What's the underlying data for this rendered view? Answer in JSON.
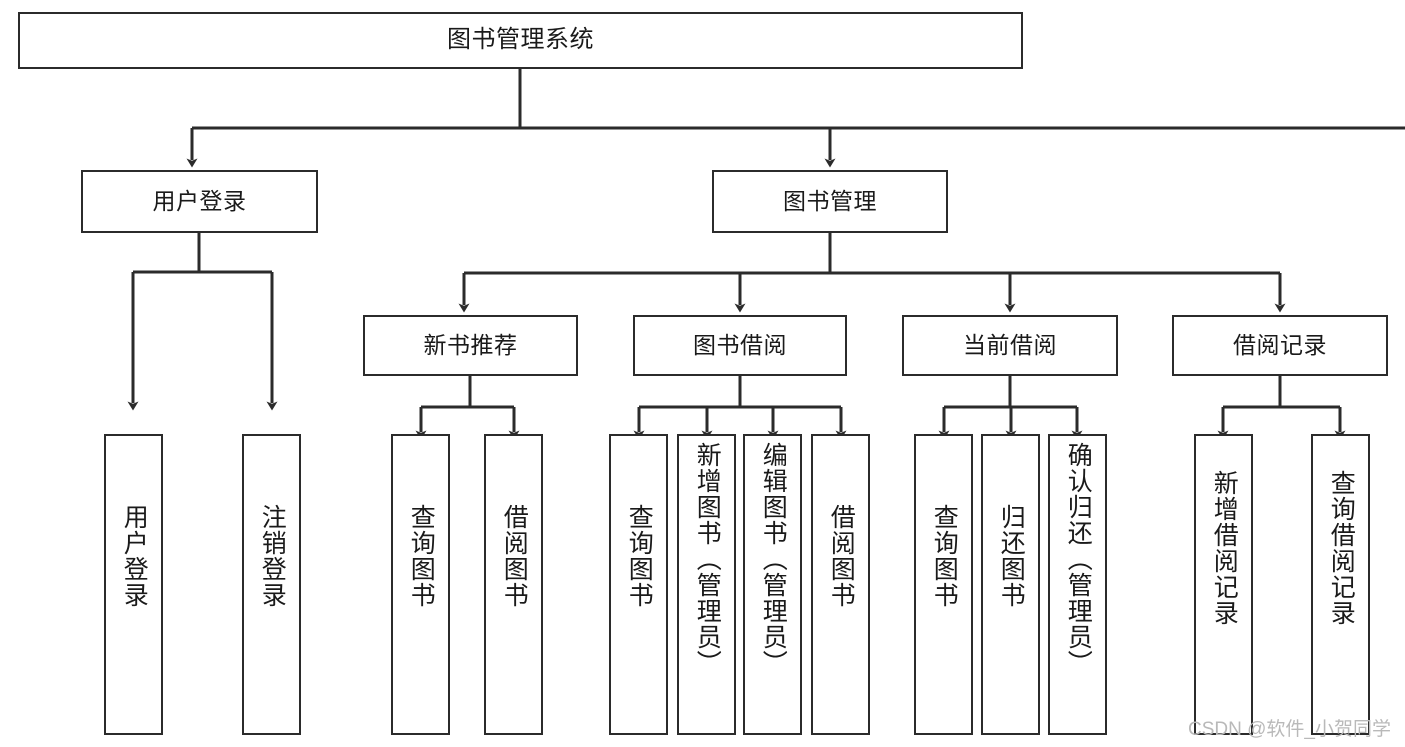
{
  "diagram": {
    "title": "图书管理系统",
    "type": "hierarchy-tree",
    "watermark": "CSDN @软件_小贺同学",
    "colors": {
      "box_border": "#2b2b2b",
      "box_fill": "#ffffff",
      "connector": "#2b2b2b",
      "text": "#1a1a1a",
      "watermark": "#b9b9b9"
    },
    "levels": {
      "root": "图书管理系统",
      "level2": [
        "用户登录",
        "图书管理"
      ],
      "level3": [
        "新书推荐",
        "图书借阅",
        "当前借阅",
        "借阅记录"
      ]
    }
  },
  "nodes": {
    "root": {
      "label": "图书管理系统"
    },
    "user_login": {
      "label": "用户登录"
    },
    "book_manage": {
      "label": "图书管理"
    },
    "new_book_rec": {
      "label": "新书推荐"
    },
    "book_borrow": {
      "label": "图书借阅"
    },
    "current_borrow": {
      "label": "当前借阅"
    },
    "borrow_record": {
      "label": "借阅记录"
    },
    "leaf_user_login": {
      "label": "用户登录"
    },
    "leaf_logout": {
      "label": "注销登录"
    },
    "leaf_query_book_1": {
      "label": "查询图书"
    },
    "leaf_borrow_book_1": {
      "label": "借阅图书"
    },
    "leaf_query_book_2": {
      "label": "查询图书"
    },
    "leaf_add_book": {
      "label": "新增图书（管理员）"
    },
    "leaf_edit_book": {
      "label": "编辑图书（管理员）"
    },
    "leaf_borrow_book_2": {
      "label": "借阅图书"
    },
    "leaf_query_book_3": {
      "label": "查询图书"
    },
    "leaf_return_book": {
      "label": "归还图书"
    },
    "leaf_confirm_return": {
      "label": "确认归还（管理员）"
    },
    "leaf_add_record": {
      "label": "新增借阅记录"
    },
    "leaf_query_record": {
      "label": "查询借阅记录"
    }
  }
}
